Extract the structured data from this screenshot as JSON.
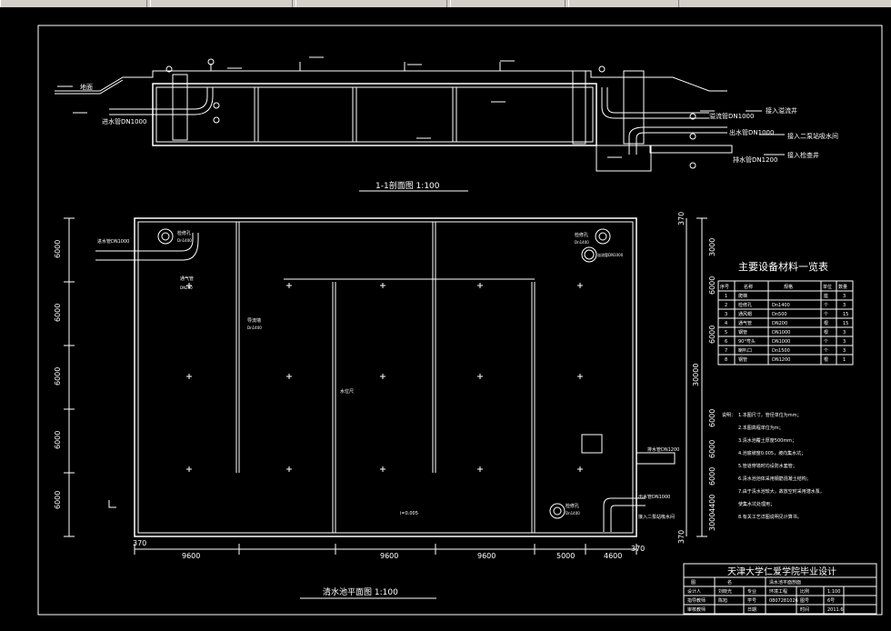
{
  "colors": {
    "background": "#000000",
    "lines": "#ffffff",
    "frame": "#ffffff"
  },
  "section": {
    "title": "1-1剖面图  1:100",
    "labels": {
      "ground": "地面",
      "inlet_pipe": "进水管DN1000",
      "overflow_pipe": "溢流管DN1000",
      "to_overflow_well": "接入溢流井",
      "outlet_pipe": "出水管DN1000",
      "to_pump_station": "接入二泵站吸水间",
      "drain_pipe": "排水管DN1200",
      "to_inspection_well": "接入检查井"
    }
  },
  "plan": {
    "title": "清水池平面图  1:100",
    "labels": {
      "inlet_pipe": "进水管DN1000",
      "access_hole_1": "检修孔",
      "access_hole_1_size": "Dn1400",
      "vent_pipe": "通气管",
      "vent_pipe_size": "DN200",
      "access_hole_2": "检修孔",
      "access_hole_2_size": "Dn1400",
      "overflow_pipe": "溢流管DN1000",
      "baffle": "导流墙",
      "baffle_size": "Dn1400",
      "water_gauge": "水位尺",
      "drain_pipe": "排水管DN1200",
      "outlet_pipe": "出水管DN1000",
      "to_pump_station": "接入二泵站吸水间",
      "access_hole_3": "检修孔",
      "access_hole_3_size": "Dn1400",
      "slope": "i=0.005"
    },
    "bottom_dims": [
      "370",
      "9600",
      "9600",
      "9600",
      "5000",
      "4600",
      "370"
    ],
    "left_dims": [
      "6000",
      "6000",
      "6000",
      "6000",
      "6000"
    ],
    "right_dims": [
      "370",
      "3000",
      "6000",
      "6000",
      "30000",
      "6000",
      "6000",
      "6000",
      "4400",
      "3000",
      "370"
    ]
  },
  "equipment_table": {
    "title": "主要设备材料一览表",
    "headers": [
      "序号",
      "名称",
      "规格",
      "单位",
      "数量"
    ],
    "rows": [
      [
        "1",
        "爬梯",
        "",
        "座",
        "3"
      ],
      [
        "2",
        "检修孔",
        "Dn1400",
        "个",
        "3"
      ],
      [
        "3",
        "通风帽",
        "Dn500",
        "个",
        "15"
      ],
      [
        "4",
        "通气管",
        "DN200",
        "根",
        "15"
      ],
      [
        "5",
        "钢管",
        "DN1000",
        "根",
        "3"
      ],
      [
        "6",
        "90°弯头",
        "DN1000",
        "个",
        "3"
      ],
      [
        "7",
        "喇叭口",
        "Dn1500",
        "个",
        "3"
      ],
      [
        "8",
        "钢管",
        "DN1200",
        "根",
        "1"
      ]
    ]
  },
  "notes": {
    "title": "说明：",
    "items": [
      "1.本图尺寸，管径单位为mm；",
      "2.本图高程单位为m；",
      "3.清水池覆土厚度500mm；",
      "4.池底坡度0.005，坡向集水坑；",
      "5.管道穿墙时均设防水套管；",
      "6.清水池池体采用钢筋混凝土结构；",
      "7.由于清水池较大，故放空时采用潜水泵，",
      "  使集水坑处理用；",
      "8.有关工艺详图说明见计算书。"
    ]
  },
  "title_block": {
    "school": "天津大学仁爱学院毕业设计",
    "row1": [
      "图",
      "名",
      "清水池平面剖面"
    ],
    "row2": [
      "设计人",
      "刘晓光",
      "专业",
      "环境工程",
      "比例",
      "1:100"
    ],
    "row3": [
      "指导教师",
      "陈旭",
      "学号",
      "0807281026",
      "图号",
      "6号"
    ],
    "row4": [
      "审核教师",
      "",
      "日期",
      "",
      "时间",
      "2011.6"
    ]
  }
}
